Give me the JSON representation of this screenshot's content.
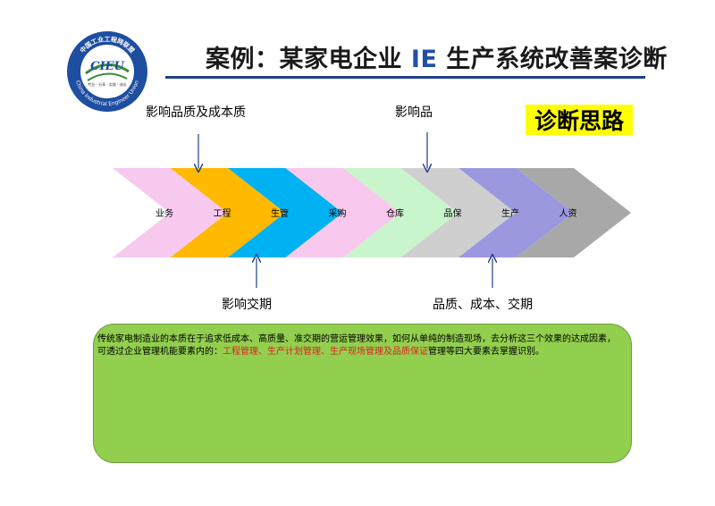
{
  "logo": {
    "center_text": "CIEU",
    "ring_text_cn": "中国工业工程网联盟",
    "ring_text_en": "China Industrial Engineer Union",
    "motto": "专业 · 分享 · 实践 · 成长",
    "colors": {
      "ring": "#1e4ea0",
      "inner": "#ffffff",
      "accent": "#3b8b3b"
    }
  },
  "header": {
    "title_before": "案例：某家电企业 ",
    "title_ie": "IE",
    "title_after": " 生产系统改善案诊断"
  },
  "badge": {
    "label": "诊断思路"
  },
  "annotations": {
    "top_left": "影响品质及成本质",
    "top_right": "影响品",
    "bottom_left": "影响交期",
    "bottom_right": "品质、成本、交期"
  },
  "process": {
    "steps": [
      {
        "label": "业务",
        "color": "#f7c9ef"
      },
      {
        "label": "工程",
        "color": "#ffb900"
      },
      {
        "label": "生管",
        "color": "#00b2f2"
      },
      {
        "label": "采购",
        "color": "#f9c8ee"
      },
      {
        "label": "仓库",
        "color": "#c8f5cb"
      },
      {
        "label": "品保",
        "color": "#cfcfcf"
      },
      {
        "label": "生产",
        "color": "#9b98e0"
      },
      {
        "label": "人资",
        "color": "#a8a8a8"
      }
    ]
  },
  "description": {
    "line1": "传统家电制造业的本质在于追求低成本、高质量、准交期的营运管理效果，如何从单纯的制造现场，去分析这三个效果的达成因素，",
    "line2_prefix": "可透过企业管理机能要素内的：",
    "line2_highlight": "工程管理、生产计划管理、生产现场管理及品质保证",
    "line2_suffix": "管理等四大要素去掌握识别。"
  }
}
